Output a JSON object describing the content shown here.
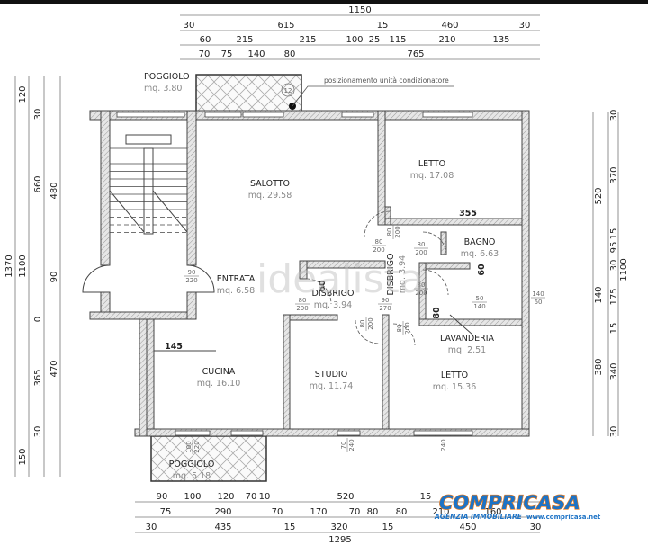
{
  "colors": {
    "wall_hatch": "#999999",
    "logo_blue": "#1d73c6",
    "logo_orange": "#f07b18",
    "top_bar": "#111111"
  },
  "dimensions": {
    "top": [
      [
        "1150"
      ],
      [
        "30",
        "615",
        "15",
        "460",
        "30"
      ],
      [
        "60",
        "215",
        "215",
        "100",
        "25",
        "115",
        "210",
        "135"
      ],
      [
        "70",
        "75",
        "140",
        "80",
        "765"
      ]
    ],
    "bottom": [
      [
        "90",
        "100",
        "120",
        "70",
        "10",
        "520",
        "15"
      ],
      [
        "75",
        "290",
        "70",
        "170",
        "70",
        "80",
        "80",
        "210",
        "160"
      ],
      [
        "30",
        "435",
        "15",
        "320",
        "15",
        "450",
        "30"
      ],
      [
        "1295"
      ]
    ],
    "left": [
      [
        "1370"
      ],
      [
        "120",
        "1100",
        "150"
      ],
      [
        "30",
        "660",
        "0",
        "365",
        "30"
      ],
      [
        "480",
        "90",
        "470"
      ]
    ],
    "right": [
      [
        "520",
        "140",
        "380"
      ],
      [
        "30",
        "370",
        "15",
        "95",
        "30",
        "175",
        "15",
        "340",
        "30"
      ],
      [
        "1100"
      ]
    ]
  },
  "rooms": [
    {
      "name": "POGGIOLO",
      "area": "mq. 3.80"
    },
    {
      "name": "SALOTTO",
      "area": "mq. 29.58"
    },
    {
      "name": "LETTO",
      "area": "mq. 17.08"
    },
    {
      "name": "ENTRATA",
      "area": "mq. 6.58"
    },
    {
      "name": "DISBRIGO",
      "area": "mq. 3.94"
    },
    {
      "name": "DISBRIGO",
      "area": "mq. 3.94"
    },
    {
      "name": "BAGNO",
      "area": "mq. 6.63"
    },
    {
      "name": "LAVANDERIA",
      "area": "mq. 2.51"
    },
    {
      "name": "CUCINA",
      "area": "mq. 16.10"
    },
    {
      "name": "STUDIO",
      "area": "mq. 11.74"
    },
    {
      "name": "LETTO",
      "area": "mq. 15.36"
    },
    {
      "name": "POGGIOLO",
      "area": "mq. 5.18"
    }
  ],
  "inner_dims": [
    "355",
    "145",
    "60",
    "60",
    "80"
  ],
  "openings": [
    [
      "90",
      "220"
    ],
    [
      "80",
      "200"
    ],
    [
      "80",
      "200"
    ],
    [
      "80",
      "200"
    ],
    [
      "80",
      "200"
    ],
    [
      "90",
      "270"
    ],
    [
      "80",
      "200"
    ],
    [
      "50",
      "140"
    ],
    [
      "140",
      "60"
    ],
    [
      "80",
      "200"
    ],
    [
      "80",
      "200"
    ],
    [
      "100",
      "220"
    ],
    [
      "70",
      "240"
    ],
    [
      "240"
    ]
  ],
  "annotations": {
    "ac_note": "posizionamento unità condizionatore",
    "ac_marker": "12"
  },
  "watermark": "idealista",
  "logo": {
    "name": "COMPRICASA",
    "subtitle": "AGENZIA IMMOBILIARE",
    "url": "www.compricasa.net"
  }
}
